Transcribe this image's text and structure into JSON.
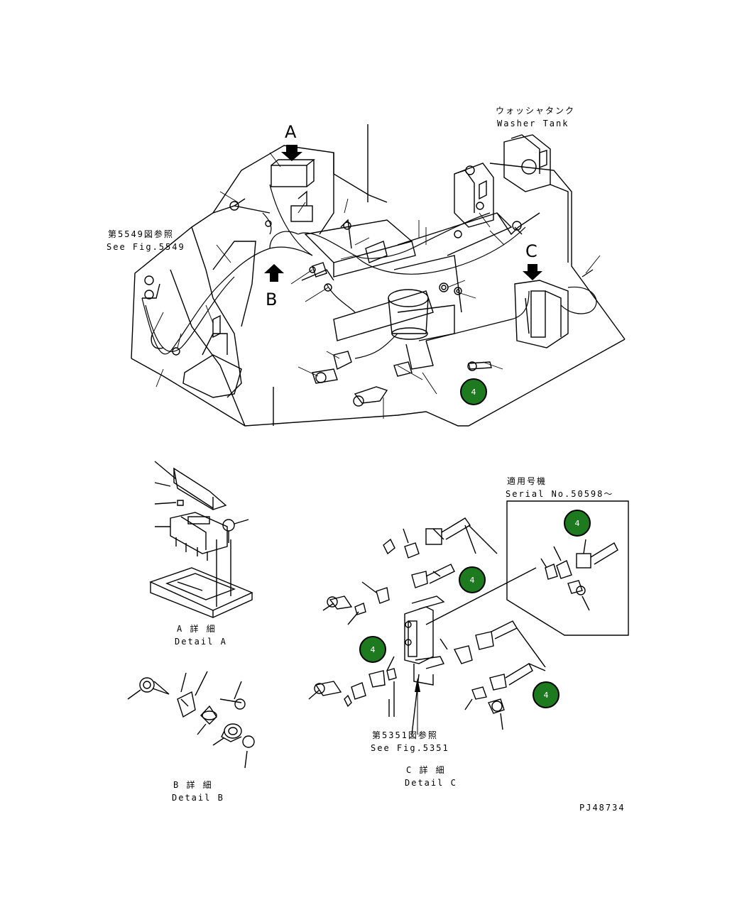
{
  "labels": {
    "washer_tank_jp": "ウォッシャタンク",
    "washer_tank_en": "Washer Tank",
    "see_fig_5549_jp": "第5549図参照",
    "see_fig_5549_en": "See Fig.5549",
    "arrow_a": "A",
    "arrow_b": "B",
    "arrow_c": "C",
    "serial_jp": "適用号機",
    "serial_en": "Serial No.50598〜",
    "detail_a_jp": "A 詳 細",
    "detail_a_en": "Detail A",
    "detail_b_jp": "B 詳 細",
    "detail_b_en": "Detail B",
    "detail_c_jp": "C 詳 細",
    "detail_c_en": "Detail C",
    "see_fig_5351_jp": "第5351図参照",
    "see_fig_5351_en": "See Fig.5351",
    "drawing_no": "PJ48734"
  },
  "callouts": [
    "4",
    "4",
    "4",
    "4",
    "4"
  ],
  "colors": {
    "callout_fill": "#1e7a1e",
    "line": "#000000"
  }
}
